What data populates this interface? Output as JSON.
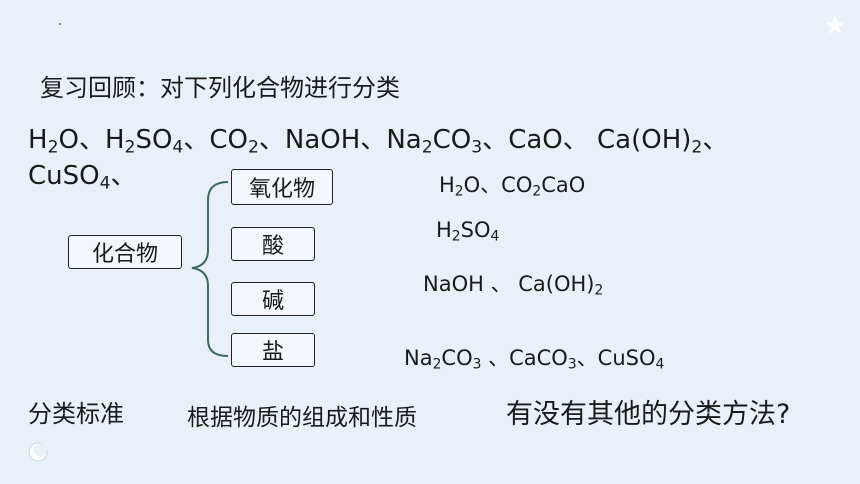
{
  "title": "复习回顾：对下列化合物进行分类",
  "compounds_line1": [
    {
      "t": "H",
      "s": "2",
      "r": "O、"
    },
    {
      "t": "H",
      "s": "2",
      "r": "SO"
    },
    {
      "t": "",
      "s": "4",
      "r": "、"
    },
    {
      "t": "CO",
      "s": "2",
      "r": "、"
    },
    {
      "t": "NaOH、",
      "s": "",
      "r": ""
    },
    {
      "t": "Na",
      "s": "2",
      "r": "CO"
    },
    {
      "t": "",
      "s": "3",
      "r": "、"
    },
    {
      "t": "CaO、 ",
      "s": "",
      "r": ""
    },
    {
      "t": "Ca(OH)",
      "s": "2",
      "r": "、"
    }
  ],
  "compounds_line2": [
    {
      "t": "CuSO",
      "s": "4",
      "r": "、"
    }
  ],
  "root_label": "化合物",
  "categories": [
    "氧化物",
    "酸",
    "碱",
    "盐"
  ],
  "examples": {
    "oxide": [
      {
        "t": "H",
        "s": "2",
        "r": "O、"
      },
      {
        "t": "CO",
        "s": "2",
        "r": "CaO"
      }
    ],
    "acid": [
      {
        "t": "H",
        "s": "2",
        "r": "SO"
      },
      {
        "t": "",
        "s": "4",
        "r": ""
      }
    ],
    "base": [
      {
        "t": "NaOH 、 Ca(OH)",
        "s": "2",
        "r": ""
      }
    ],
    "salt": [
      {
        "t": "Na",
        "s": "2",
        "r": "CO"
      },
      {
        "t": "",
        "s": "3",
        "r": " 、CaCO"
      },
      {
        "t": "",
        "s": "3",
        "r": "、CuSO"
      },
      {
        "t": "",
        "s": "4",
        "r": ""
      }
    ]
  },
  "criteria_label": "分类标准",
  "criteria_value": "根据物质的组成和性质",
  "question": "有没有其他的分类方法?",
  "icons": [
    "star-icon",
    "moon-icon"
  ]
}
